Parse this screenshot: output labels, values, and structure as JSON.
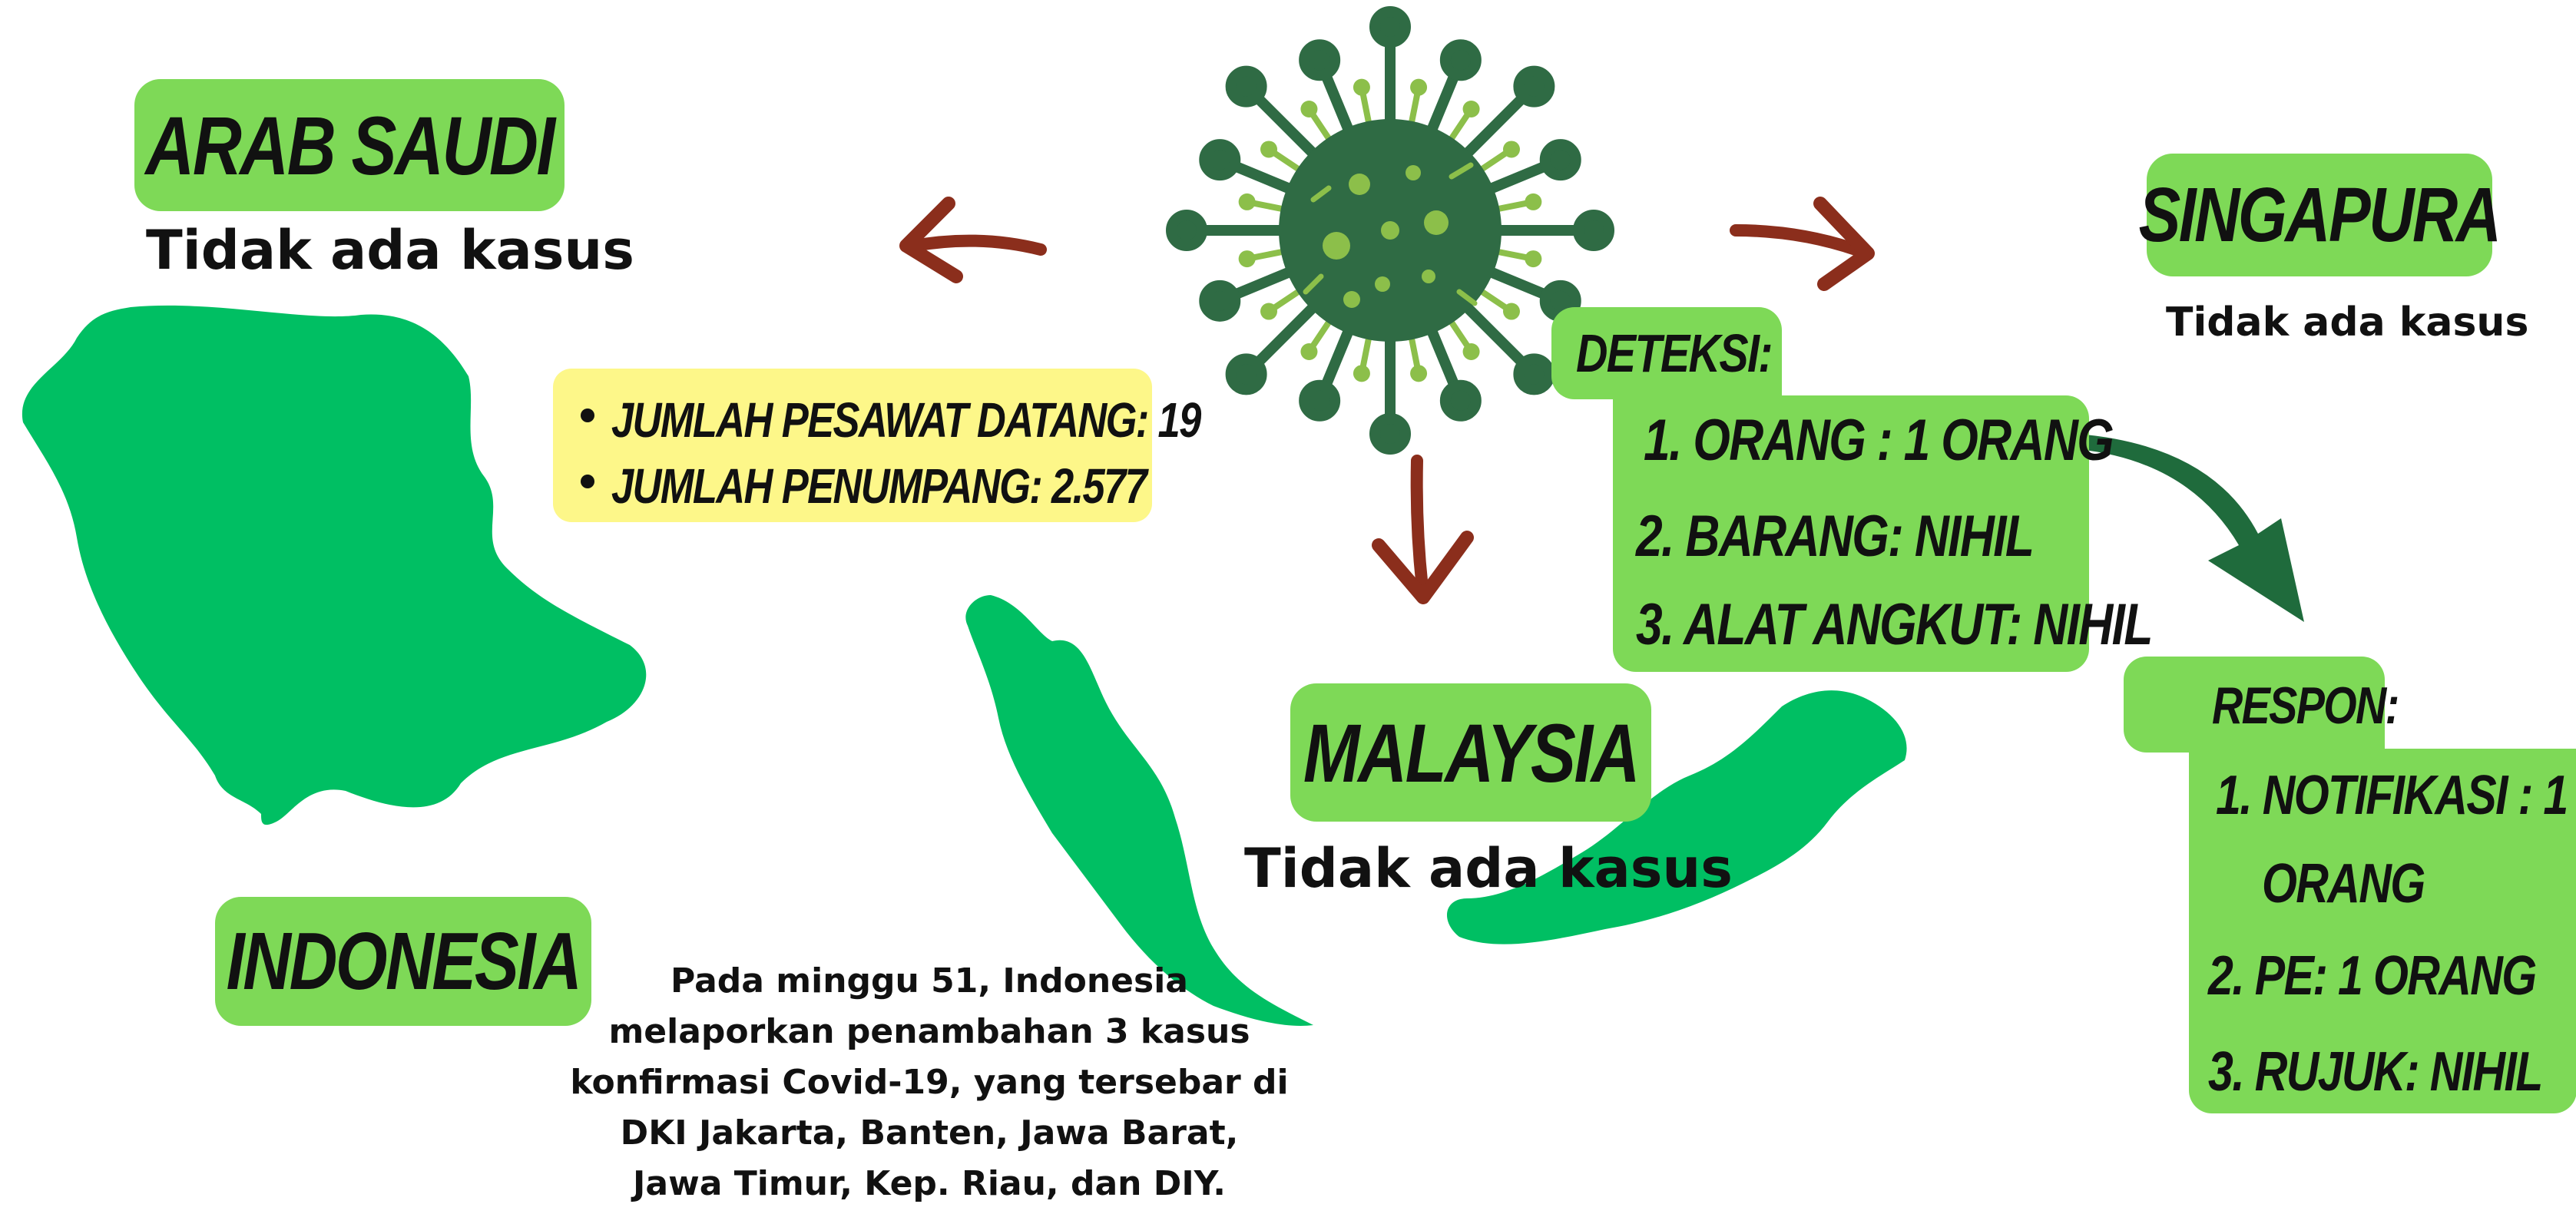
{
  "arab_saudi": {
    "title": "ARAB SAUDI",
    "status": "Tidak ada kasus"
  },
  "singapura": {
    "title": "SINGAPURA",
    "status": "Tidak ada kasus"
  },
  "malaysia": {
    "title": "MALAYSIA",
    "status": "Tidak ada kasus"
  },
  "indonesia": {
    "title": "INDONESIA",
    "report_lines": [
      "Pada minggu 51, Indonesia",
      "melaporkan penambahan 3 kasus",
      "konfirmasi Covid-19, yang tersebar di",
      "DKI Jakarta, Banten, Jawa Barat,",
      "Jawa Timur, Kep. Riau, dan DIY."
    ]
  },
  "flights": {
    "items": [
      "JUMLAH PESAWAT DATANG: 19",
      "JUMLAH PENUMPANG: 2.577"
    ]
  },
  "deteksi": {
    "title": "DETEKSI:",
    "items": [
      "1. ORANG : 1 ORANG",
      "2. BARANG: NIHIL",
      "3. ALAT ANGKUT: NIHIL"
    ]
  },
  "respon": {
    "title": "RESPON:",
    "items": [
      "1. NOTIFIKASI : 1",
      "ORANG",
      "2.  PE: 1 ORANG",
      "3. RUJUK: NIHIL"
    ]
  },
  "colors": {
    "label_green": "#7ed957",
    "map_green": "#00bf63",
    "virus_green": "#2f6b44",
    "arrow_brown": "#8b2e1c",
    "note_yellow": "#fdf789"
  }
}
